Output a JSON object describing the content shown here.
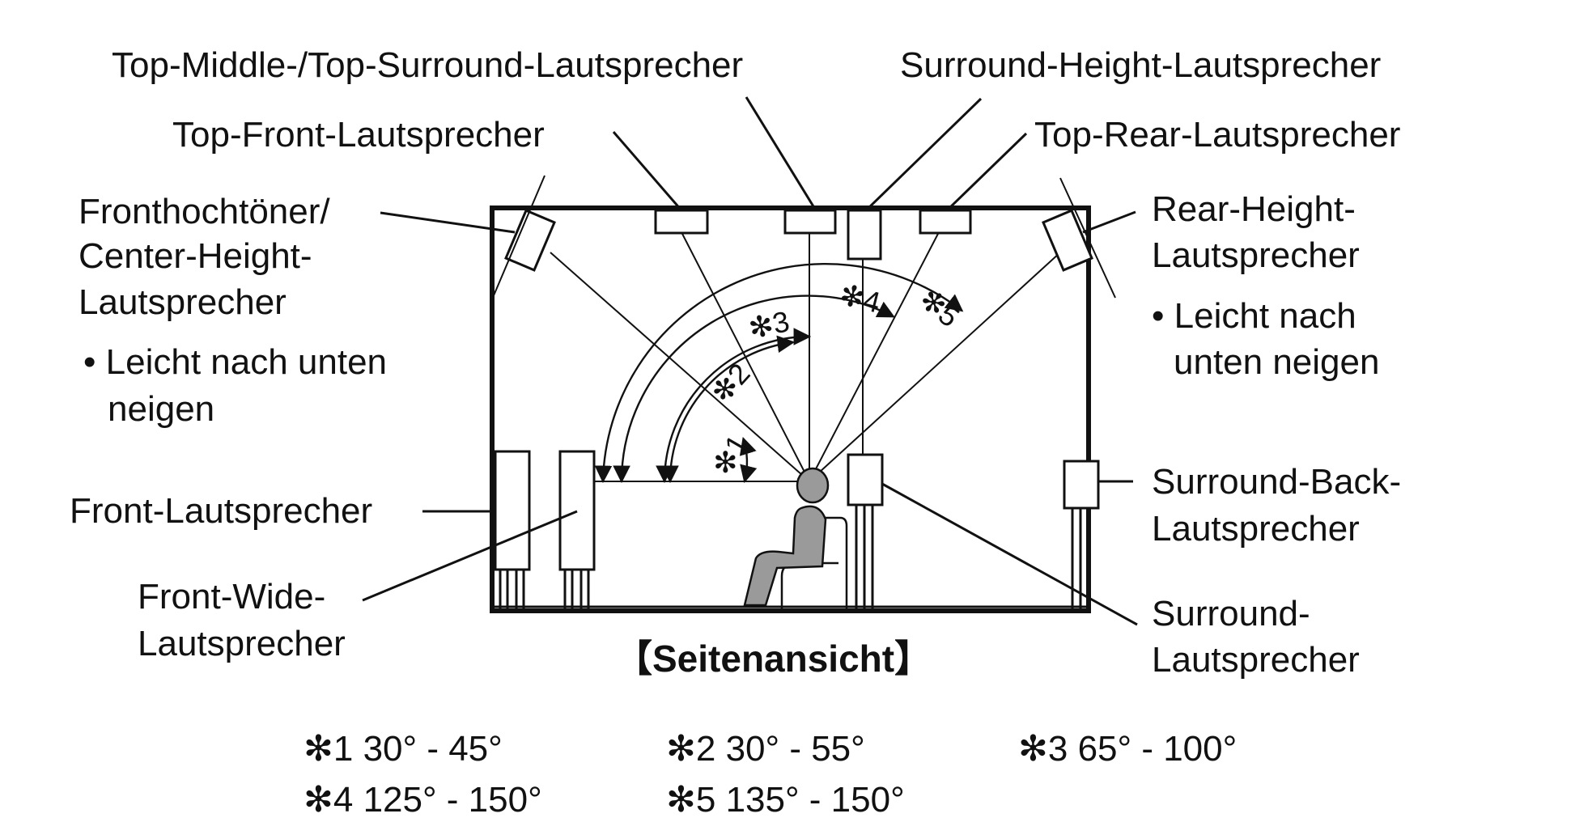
{
  "labels": {
    "top_middle_surround": "Top-Middle-/Top-Surround-Lautsprecher",
    "surround_height": "Surround-Height-Lautsprecher",
    "top_front": "Top-Front-Lautsprecher",
    "top_rear": "Top-Rear-Lautsprecher",
    "front_height_1": "Fronthochtöner/",
    "front_height_2": "Center-Height-",
    "front_height_3": "Lautsprecher",
    "front_height_note_1": "• Leicht nach unten",
    "front_height_note_2": "neigen",
    "rear_height_1": "Rear-Height-",
    "rear_height_2": "Lautsprecher",
    "rear_height_note_1": "• Leicht nach",
    "rear_height_note_2": "unten neigen",
    "front": "Front-Lautsprecher",
    "front_wide_1": "Front-Wide-",
    "front_wide_2": "Lautsprecher",
    "surround_back_1": "Surround-Back-",
    "surround_back_2": "Lautsprecher",
    "surround_1": "Surround-",
    "surround_2": "Lautsprecher"
  },
  "view_title": "【Seitenansicht】",
  "angle_marks": [
    "✻1",
    "✻2",
    "✻3",
    "✻4",
    "✻5"
  ],
  "angle_legend": [
    "✻1 30° - 45°",
    "✻2 30° - 55°",
    "✻3 65° - 100°",
    "✻4 125° - 150°",
    "✻5 135° - 150°"
  ]
}
